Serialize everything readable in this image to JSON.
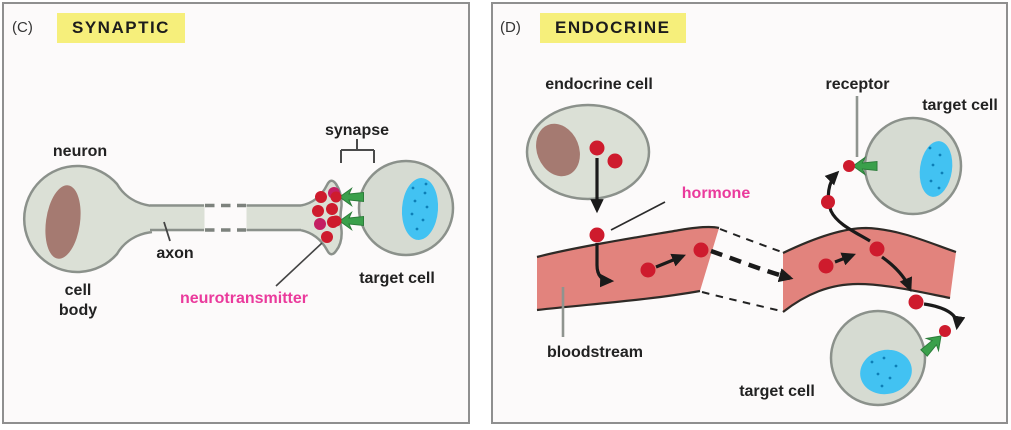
{
  "figure": {
    "panel_c": {
      "letter": "(C)",
      "title": "SYNAPTIC",
      "labels": {
        "neuron": "neuron",
        "axon": "axon",
        "cell_body": "cell body",
        "neurotransmitter": "neurotransmitter",
        "synapse": "synapse",
        "target_cell": "target cell"
      }
    },
    "panel_d": {
      "letter": "(D)",
      "title": "ENDOCRINE",
      "labels": {
        "endocrine_cell": "endocrine cell",
        "receptor": "receptor",
        "target_cell_top": "target cell",
        "hormone": "hormone",
        "bloodstream": "bloodstream",
        "target_cell_bottom": "target cell"
      }
    },
    "colors": {
      "highlight_yellow": "#f6ef7b",
      "cell_fill": "#dbe0d6",
      "cell_outline": "#8b918b",
      "nucleus_brown": "#a57a71",
      "nucleus_blue": "#42c2f2",
      "nucleus_blue_speckle": "#0d7fb7",
      "signal_red": "#ce1b2d",
      "signal_magenta": "#c41f63",
      "receptor_green": "#3aa04b",
      "bloodstream_pink": "#e2837d",
      "label_magenta": "#ea3a9c",
      "arrow_black": "#1a1a1a"
    }
  }
}
